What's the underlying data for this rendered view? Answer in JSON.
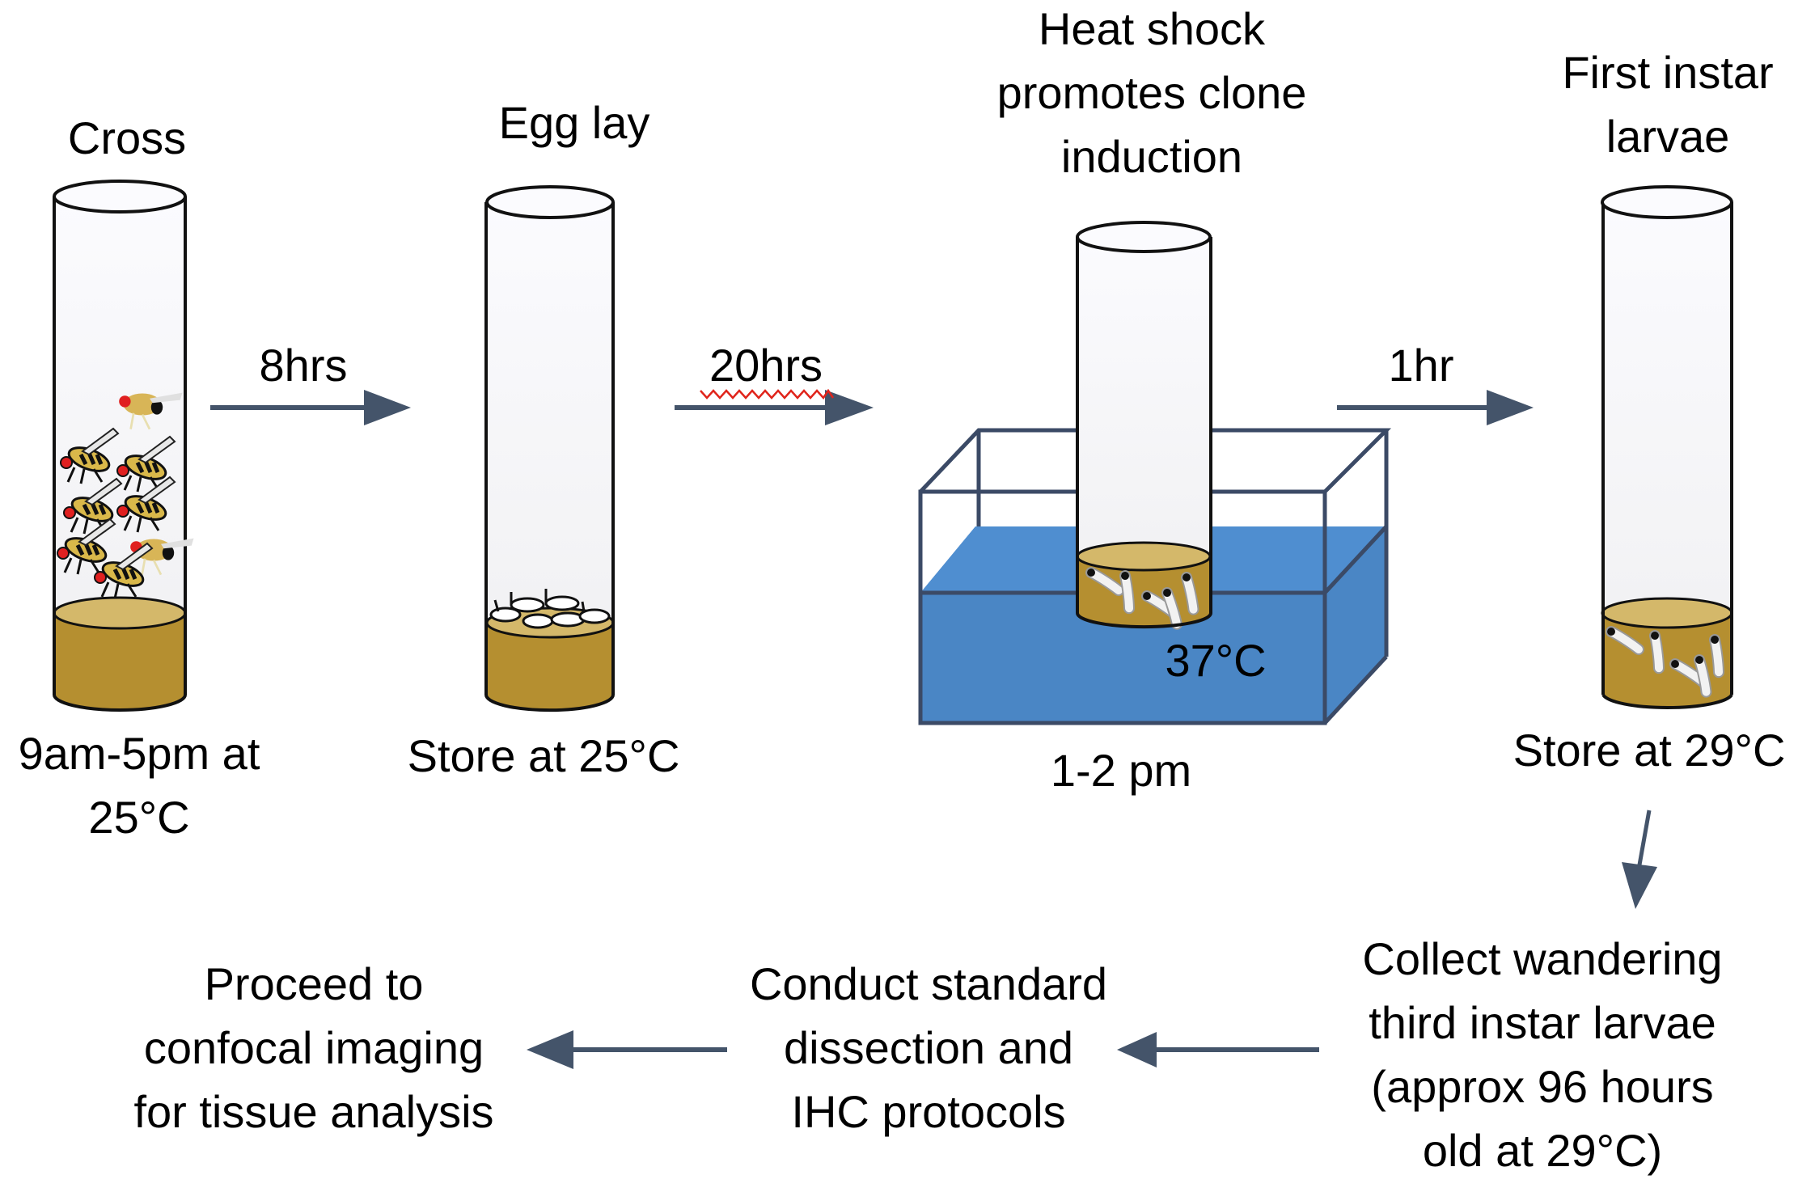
{
  "title": "Heat-shock clone induction workflow",
  "colors": {
    "arrow": "#44546a",
    "food": "#b58f30",
    "food_top": "#d4b86a",
    "tube_fill": "#f6f7fa",
    "water": "#4a86c5",
    "tank_edge": "#3b4a66",
    "spell_underline": "#e0241b"
  },
  "steps": {
    "cross": {
      "title": "Cross",
      "caption_lines": [
        "9am-5pm at",
        "25°C"
      ],
      "contents": "adult flies (male and female) on food"
    },
    "egg_lay": {
      "title": "Egg lay",
      "caption_lines": [
        "Store at 25°C"
      ],
      "contents": "eggs on food"
    },
    "heat_shock": {
      "title_lines": [
        "Heat shock",
        "promotes clone",
        "induction"
      ],
      "bath_temp": "37°C",
      "caption_lines": [
        "1-2 pm"
      ],
      "contents": "larvae in food, tube immersed in water bath"
    },
    "first_instar": {
      "title_lines": [
        "First instar",
        "larvae"
      ],
      "caption_lines": [
        "Store at 29°C"
      ],
      "contents": "larvae in food"
    },
    "collect": {
      "text_lines": [
        "Collect wandering",
        "third instar larvae",
        "(approx 96 hours",
        "old at 29°C)"
      ]
    },
    "conduct": {
      "text_lines": [
        "Conduct standard",
        "dissection and",
        "IHC protocols"
      ]
    },
    "proceed": {
      "text_lines": [
        "Proceed to",
        "confocal imaging",
        "for tissue analysis"
      ]
    }
  },
  "arrows": [
    {
      "label": "8hrs",
      "from": "cross",
      "to": "egg_lay"
    },
    {
      "label": "20hrs",
      "from": "egg_lay",
      "to": "heat_shock"
    },
    {
      "label": "1hr",
      "from": "heat_shock",
      "to": "first_instar"
    },
    {
      "label": "",
      "from": "first_instar",
      "to": "collect"
    },
    {
      "label": "",
      "from": "collect",
      "to": "conduct"
    },
    {
      "label": "",
      "from": "conduct",
      "to": "proceed"
    }
  ]
}
